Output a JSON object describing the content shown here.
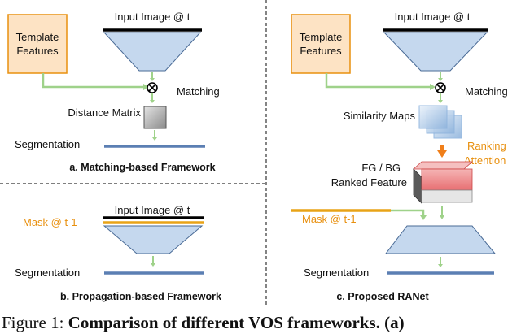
{
  "panel_a": {
    "template_line1": "Template",
    "template_line2": "Features",
    "input_label": "Input Image @ t",
    "matching": "Matching",
    "distance_matrix": "Distance Matrix",
    "segmentation": "Segmentation",
    "title": "a. Matching-based Framework"
  },
  "panel_b": {
    "input_label": "Input Image @ t",
    "mask_label": "Mask @ t-1",
    "segmentation": "Segmentation",
    "title": "b. Propagation-based Framework"
  },
  "panel_c": {
    "template_line1": "Template",
    "template_line2": "Features",
    "input_label": "Input Image @ t",
    "matching": "Matching",
    "similarity_maps": "Similarity Maps",
    "ranking_line1": "Ranking",
    "ranking_line2": "Attention",
    "fgbg_line1": "FG / BG",
    "fgbg_line2": "Ranked Feature",
    "mask_label": "Mask @ t-1",
    "segmentation": "Segmentation",
    "title": "c. Proposed RANet"
  },
  "caption": {
    "prefix": "Figure 1: ",
    "bold": "Comparison of different VOS frameworks",
    "suffix": ". (a)"
  },
  "colors": {
    "template_fill": "#fde3c4",
    "template_stroke": "#e8900f",
    "trapezoid_fill": "#c5d8ee",
    "trapezoid_stroke": "#4a6b96",
    "arrow_green": "#9fd28a",
    "segmentation_blue": "#5b7fb3",
    "mask_orange": "#e8a317",
    "orange_text": "#e8900f",
    "ranking_arrow": "#f07f1a",
    "block_red": "#e8787a",
    "block_gray": "#8c8c8c"
  }
}
